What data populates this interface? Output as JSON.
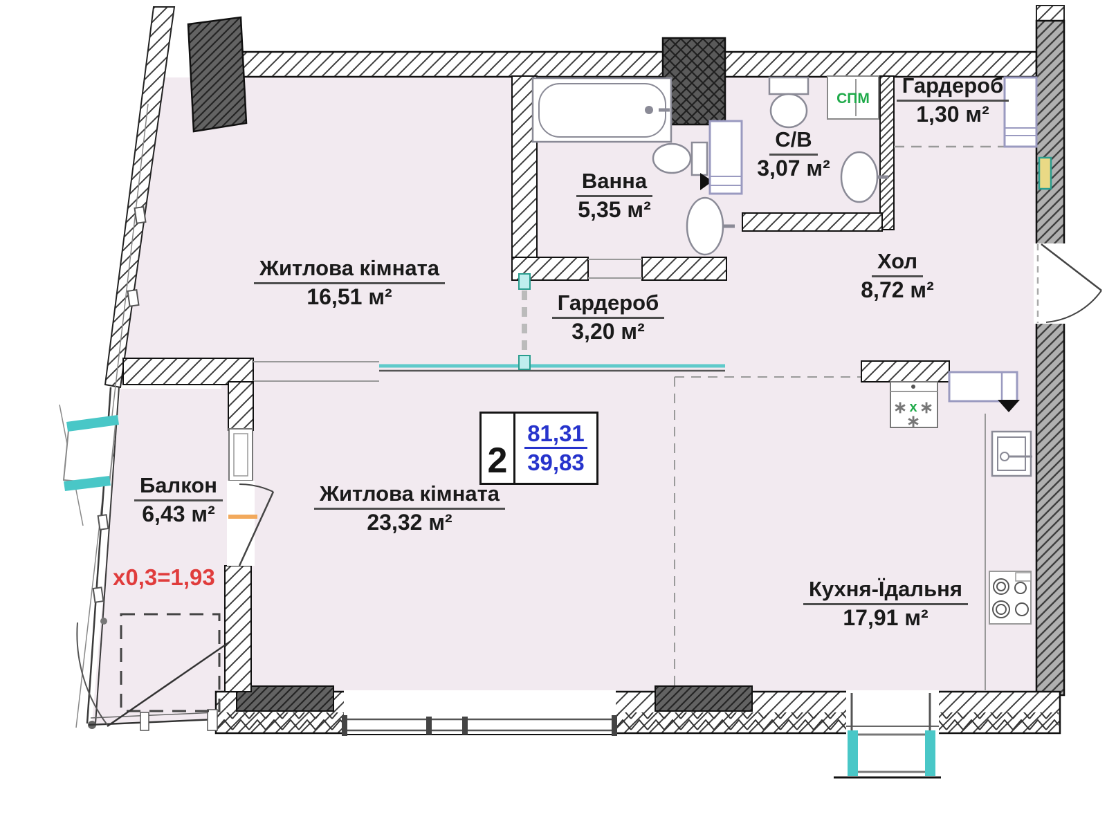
{
  "plan": {
    "unit_badge": {
      "rooms_count": "2",
      "total_area": "81,31",
      "living_area": "39,83"
    },
    "rooms": [
      {
        "id": "living1",
        "name": "Житлова кімната",
        "area": "16,51 м²"
      },
      {
        "id": "bath",
        "name": "Ванна",
        "area": "5,35 м²"
      },
      {
        "id": "wc",
        "name": "С/В",
        "area": "3,07 м²"
      },
      {
        "id": "wardrobe1",
        "name": "Гардероб",
        "area": "1,30 м²"
      },
      {
        "id": "hall",
        "name": "Хол",
        "area": "8,72 м²"
      },
      {
        "id": "wardrobe2",
        "name": "Гардероб",
        "area": "3,20 м²"
      },
      {
        "id": "living2",
        "name": "Житлова кімната",
        "area": "23,32 м²"
      },
      {
        "id": "kitchen",
        "name": "Кухня-Їдальня",
        "area": "17,91 м²"
      },
      {
        "id": "balcony",
        "name": "Балкон",
        "area": "6,43 м²"
      }
    ],
    "balcony_coefficient": "х0,3=1,93",
    "appliance_labels": {
      "washing_machine": "СПМ",
      "fridge_marks": [
        "∗",
        "х",
        "∗",
        "∗"
      ]
    },
    "colors": {
      "floor": "#f2eaf0",
      "accent_teal": "#49c7c7",
      "accent_orange": "#f2a95c",
      "area_blue": "#2633cc",
      "coefficient_red": "#e03c3c",
      "washer_green": "#1faa4a"
    }
  }
}
